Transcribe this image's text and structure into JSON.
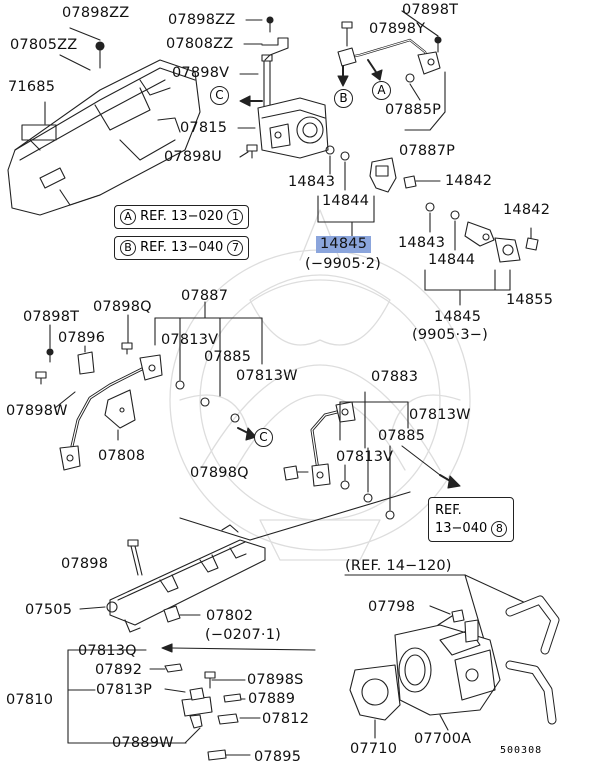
{
  "labels": {
    "p07898ZZ_a": "07898ZZ",
    "p07805ZZ": "07805ZZ",
    "p71685": "71685",
    "p07898ZZ_b": "07898ZZ",
    "p07808ZZ": "07808ZZ",
    "p07898V": "07898V",
    "p07815": "07815",
    "p07898U": "07898U",
    "p07898T_top": "07898T",
    "p07898Y": "07898Y",
    "p07885P": "07885P",
    "p07887P": "07887P",
    "p14843_a": "14843",
    "p14842_a": "14842",
    "p14844_a": "14844",
    "p14845_hl": "14845",
    "p9905_2": "(−9905·2)",
    "p14843_b": "14843",
    "p14842_b": "14842",
    "p14844_b": "14844",
    "p14855": "14855",
    "p14845_b": "14845",
    "p9905_3": "(9905·3−)",
    "p07887": "07887",
    "p07898T_l": "07898T",
    "p07898Q_a": "07898Q",
    "p07896": "07896",
    "p07813V_a": "07813V",
    "p07885_a": "07885",
    "p07813W_a": "07813W",
    "p07898W": "07898W",
    "p07808": "07808",
    "p07883": "07883",
    "p07813W_b": "07813W",
    "p07885_b": "07885",
    "p07813V_b": "07813V",
    "p07898Q_b": "07898Q",
    "p07898": "07898",
    "p07505": "07505",
    "p07802": "07802",
    "p0207_1": "(−0207·1)",
    "p07813Q": "07813Q",
    "p07892": "07892",
    "p07810": "07810",
    "p07813P": "07813P",
    "p07898S": "07898S",
    "p07889": "07889",
    "p07812": "07812",
    "p07889W": "07889W",
    "p07895": "07895",
    "ref14120": "(REF. 14−120)",
    "p07798": "07798",
    "p07710": "07710",
    "p07700A": "07700A",
    "diagram_code": "500308"
  },
  "refs": {
    "refA_text": "REF. 13−020",
    "refA_num": "1",
    "refB_text": "REF. 13−040",
    "refB_num": "7",
    "refC_line1": "REF.",
    "refC_line2": "13−040",
    "refC_num": "8"
  },
  "tags": {
    "A": "A",
    "B": "B",
    "C": "C"
  },
  "colors": {
    "highlight": "#8ba5dc",
    "line": "#222222"
  }
}
